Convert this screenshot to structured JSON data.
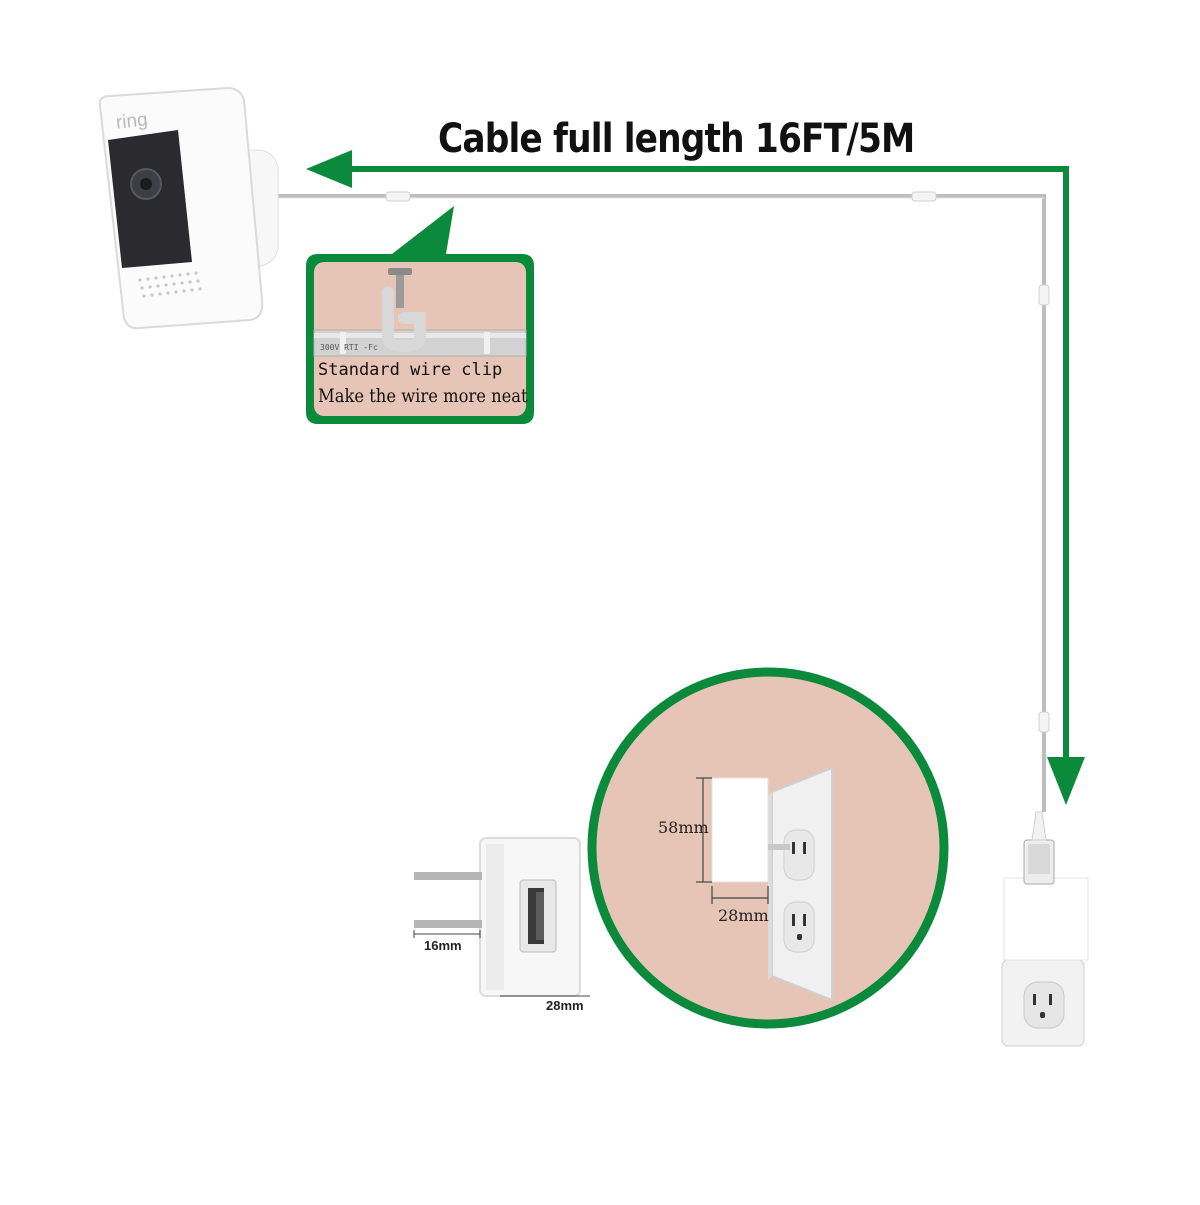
{
  "headline": "Cable full length 16FT/5M",
  "brand_logo": "ring",
  "clip_callout": {
    "line1": "Standard wire clip",
    "line2": "Make the wire more neat",
    "cable_print": "300V RTI -Fc"
  },
  "adapter_dims": {
    "height_label": "58mm",
    "width_label": "28mm"
  },
  "plug_dims": {
    "depth_label": "16mm",
    "width_label": "28mm"
  },
  "colors": {
    "accent_green": "#0a8a3a",
    "panel_bg": "#e6c4b6",
    "cable_gray": "#b8b8b8"
  }
}
